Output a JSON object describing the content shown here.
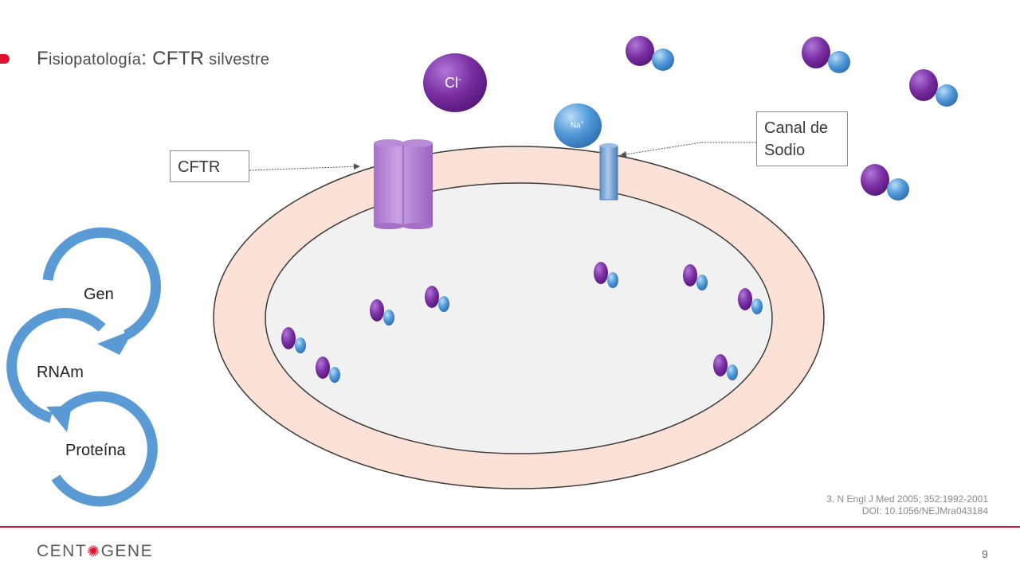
{
  "slide": {
    "title_first": "F",
    "title_rest": "isiopatología",
    "title_colon": ": ",
    "title_cftr": "CFTR",
    "title_suffix": " silvestre"
  },
  "ions": {
    "chloride": "Cl",
    "chloride_charge": "-",
    "sodium": "Na",
    "sodium_charge": "+"
  },
  "callouts": {
    "cftr": "CFTR",
    "sodium_channel_line1": "Canal de",
    "sodium_channel_line2": "Sodio"
  },
  "cycle": {
    "gene": "Gen",
    "rna": "RNAm",
    "protein": "Proteína"
  },
  "reference": {
    "line1": "3. N Engl J Med 2005; 352:1992-2001",
    "line2": "DOI: 10.1056/NEJMra043184"
  },
  "footer": {
    "logo_left": "CENT",
    "logo_right": "GENE",
    "page_number": "9"
  },
  "colors": {
    "accent": "#e0102f",
    "membrane": "#fbe1d6",
    "cytoplasm": "#f1f1f2",
    "cftr_channel": "#c49be0",
    "sodium_channel": "#7ba7d6",
    "purple_ion": "#7a2fa3",
    "blue_ion": "#4f98d8",
    "cycle_arrow": "#5b9bd5"
  }
}
